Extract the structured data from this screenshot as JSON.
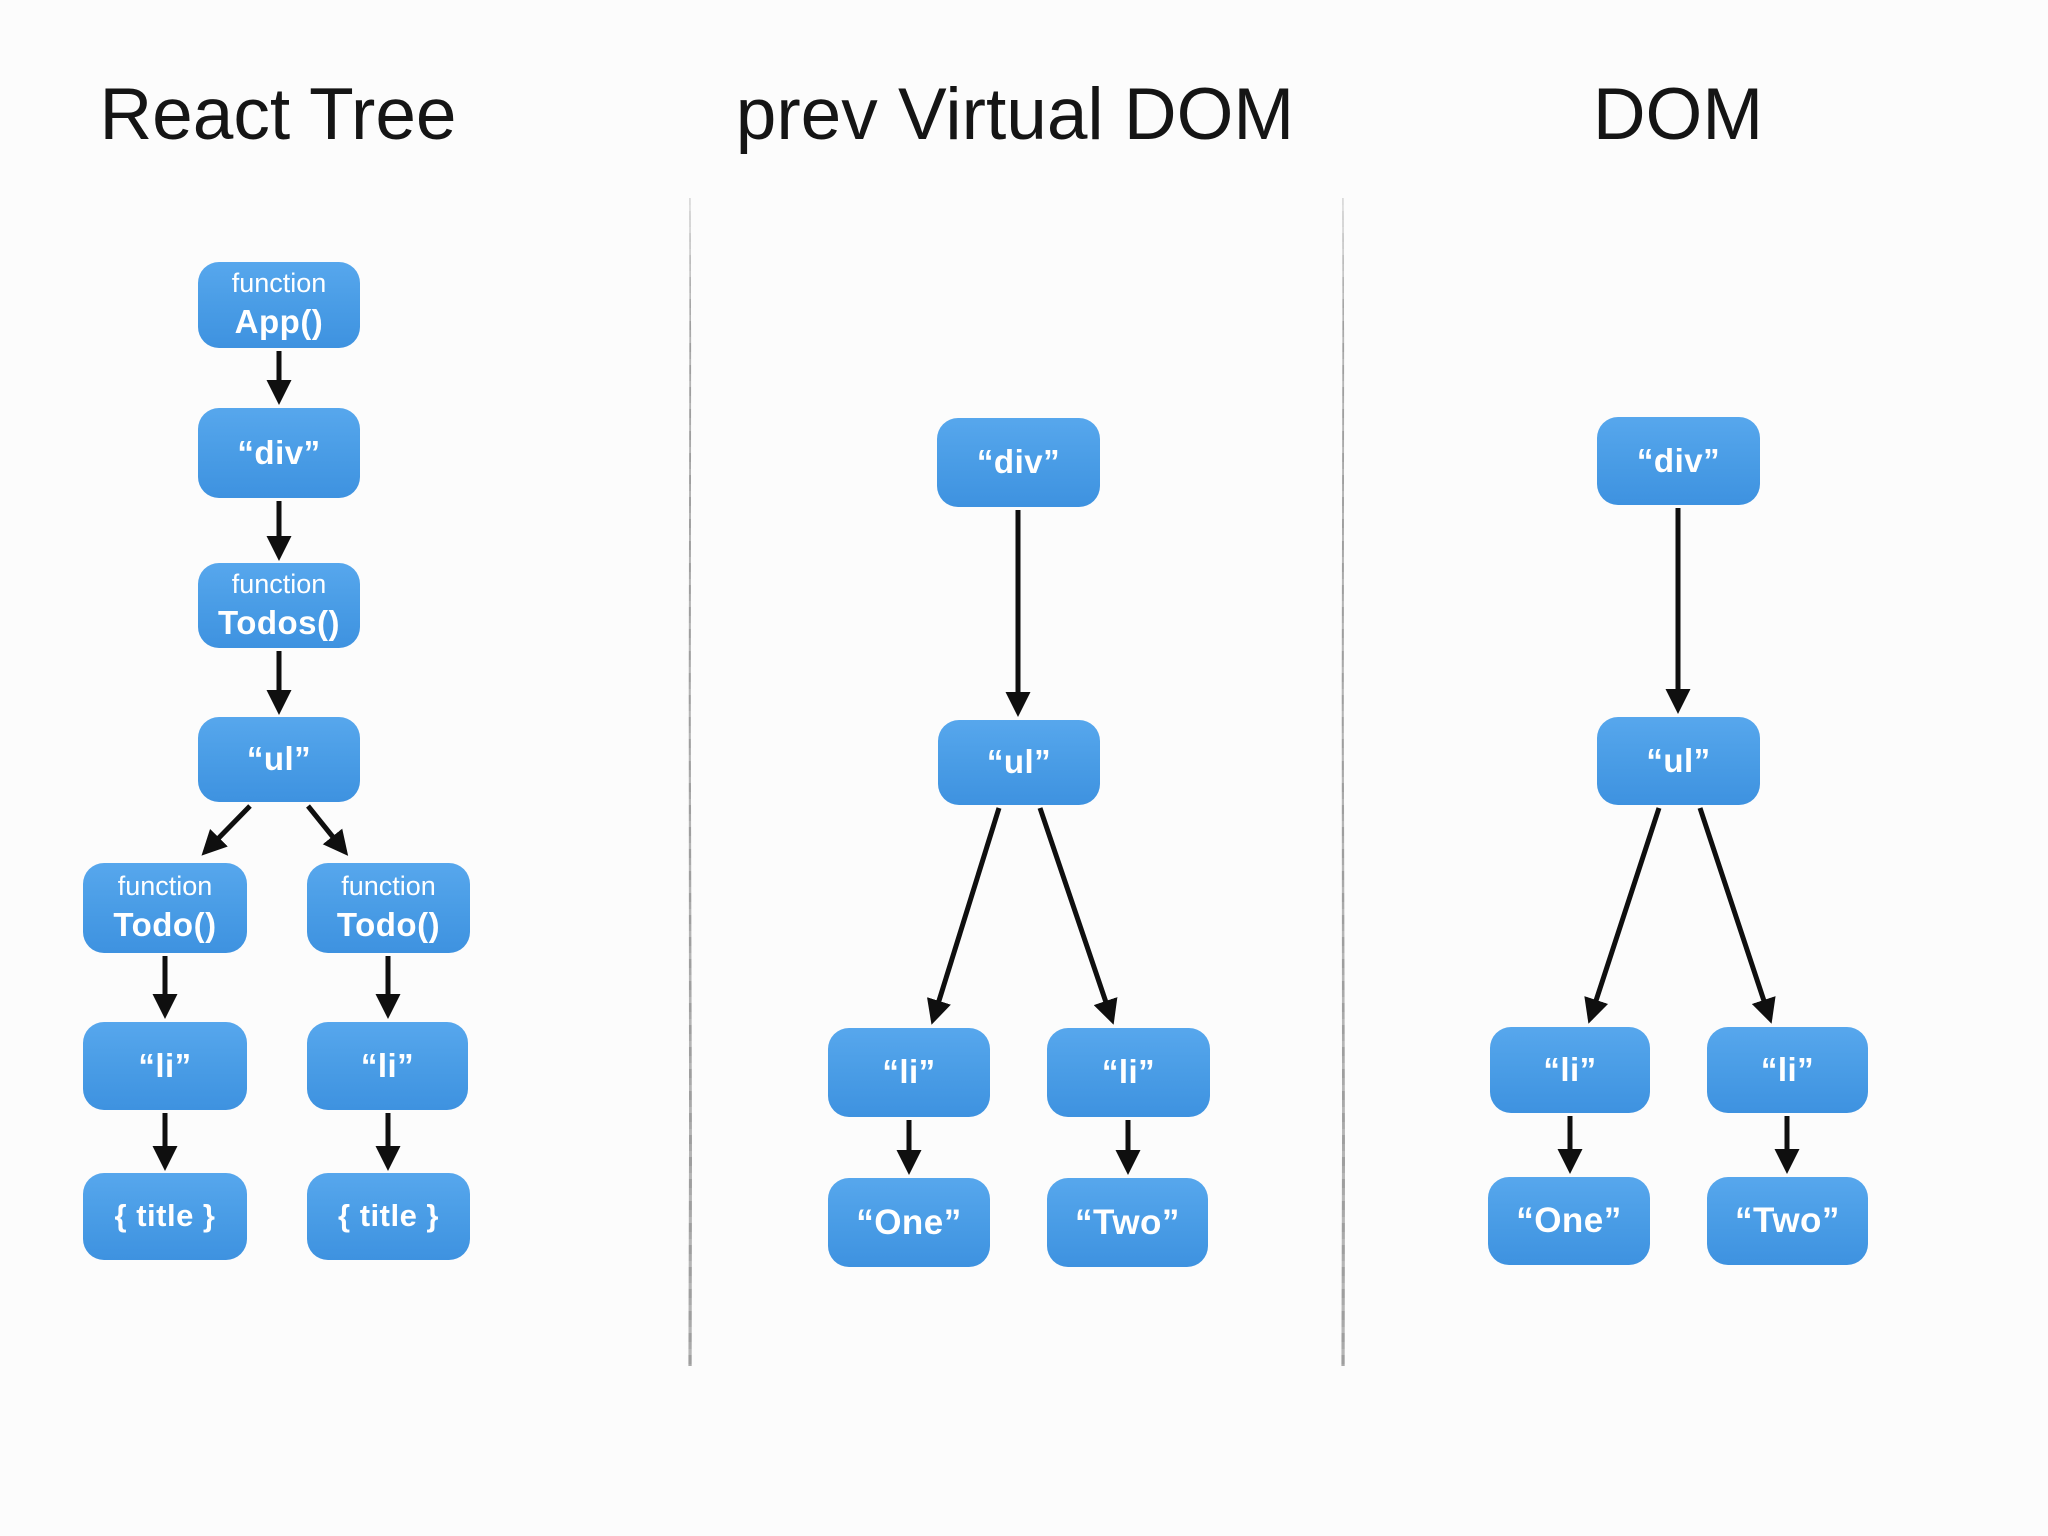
{
  "titles": {
    "react_tree": "React Tree",
    "prev_virtual_dom": "prev Virtual DOM",
    "dom": "DOM"
  },
  "react_tree": {
    "function_label": "function",
    "nodes": {
      "app": "App()",
      "div": "“div”",
      "todos": "Todos()",
      "ul": "“ul”",
      "todo_left": "Todo()",
      "todo_right": "Todo()",
      "li_left": "“li”",
      "li_right": "“li”",
      "title_left": "{ title }",
      "title_right": "{ title }"
    }
  },
  "prev_virtual_dom": {
    "nodes": {
      "div": "“div”",
      "ul": "“ul”",
      "li_left": "“li”",
      "li_right": "“li”",
      "one": "“One”",
      "two": "“Two”"
    }
  },
  "dom": {
    "nodes": {
      "div": "“div”",
      "ul": "“ul”",
      "li_left": "“li”",
      "li_right": "“li”",
      "one": "“One”",
      "two": "“Two”"
    }
  },
  "colors": {
    "node_fill": "#4A9DE6",
    "node_fill_top": "#57A7ED",
    "node_fill_bottom": "#3E92E0",
    "node_text": "#FFFFFF",
    "arrow": "#0F0F0F",
    "divider": "#A0A0A0",
    "title_text": "#151515",
    "background": "#FCFCFC"
  }
}
